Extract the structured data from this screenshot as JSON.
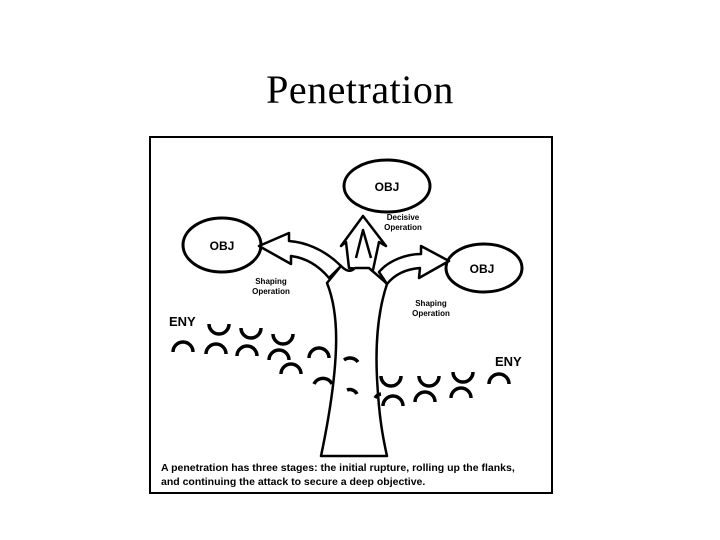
{
  "slide": {
    "title": "Penetration"
  },
  "diagram": {
    "objectives": [
      "OBJ",
      "OBJ",
      "OBJ"
    ],
    "decisive_label_line1": "Decisive",
    "decisive_label_line2": "Operation",
    "shaping_left_line1": "Shaping",
    "shaping_left_line2": "Operation",
    "shaping_right_line1": "Shaping",
    "shaping_right_line2": "Operation",
    "enemy_left": "ENY",
    "enemy_right": "ENY",
    "caption_line1": "A penetration has three stages: the initial rupture, rolling up the flanks,",
    "caption_line2": "and continuing the attack to secure a deep objective."
  }
}
